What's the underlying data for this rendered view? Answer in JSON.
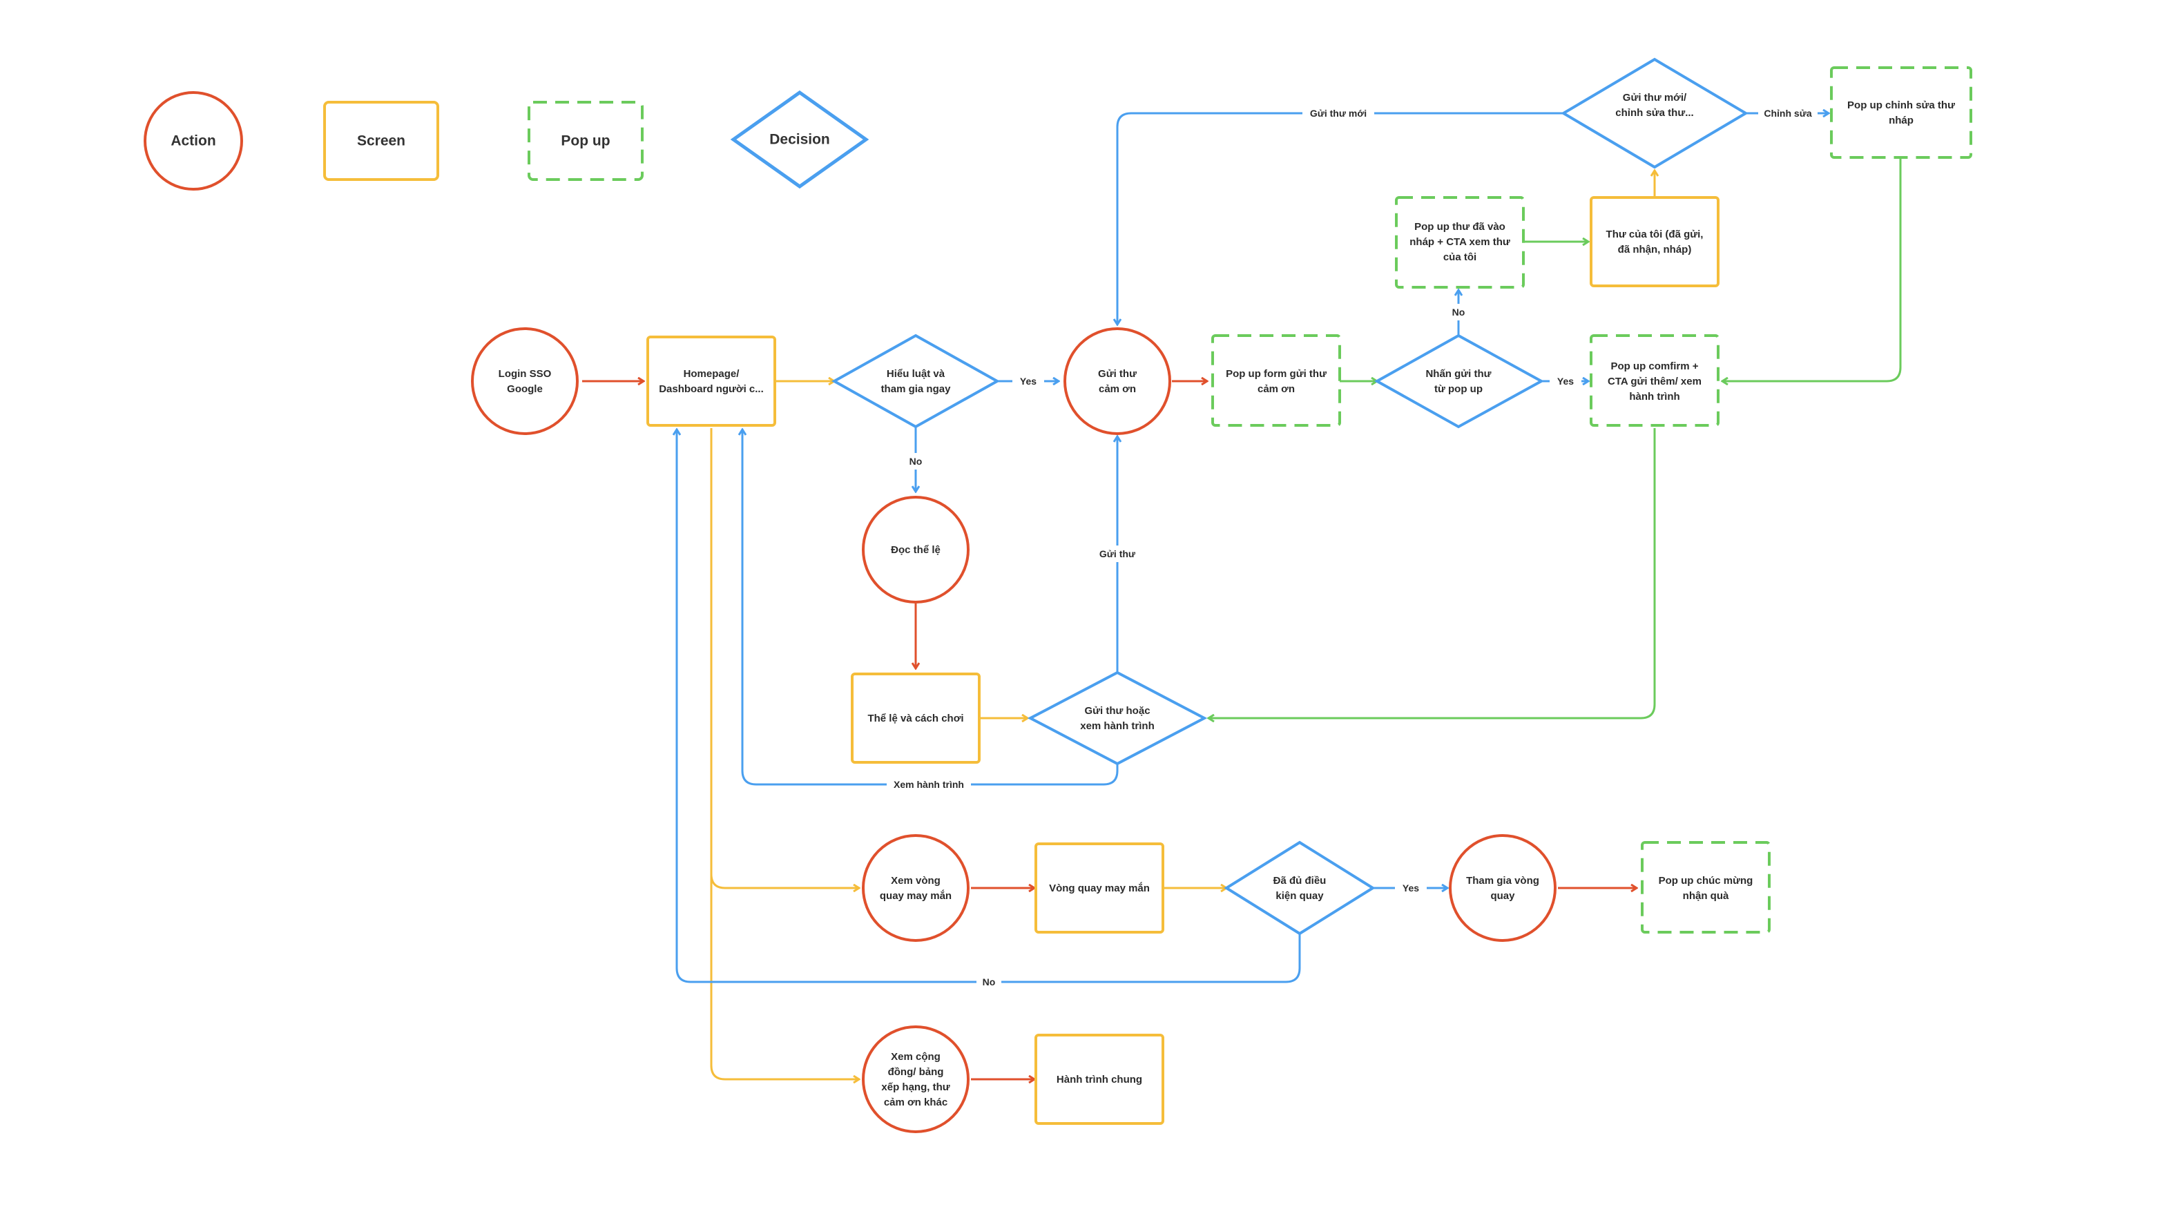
{
  "colors": {
    "action": "#e0502c",
    "screen": "#f5bd3a",
    "popup": "#6bcb5c",
    "decision": "#4a9fef",
    "text": "#2b2b2b",
    "background": "#ffffff"
  },
  "legend": {
    "action": "Action",
    "screen": "Screen",
    "popup": "Pop up",
    "decision": "Decision"
  },
  "nodes": {
    "login": [
      "Login SSO",
      "Google"
    ],
    "homepage": [
      "Homepage/",
      "Dashboard người c..."
    ],
    "hieu_luat": [
      "Hiểu luật và",
      "tham gia ngay"
    ],
    "doc_the_le": [
      "Đọc thể lệ"
    ],
    "the_le": [
      "Thể lệ và cách chơi"
    ],
    "gui_thu_hoac": [
      "Gửi thư hoặc",
      "xem hành trình"
    ],
    "gui_thu_cam_on": [
      "Gửi thư",
      "cảm ơn"
    ],
    "popup_form": [
      "Pop up form gửi thư",
      "cảm ơn"
    ],
    "nhan_gui": [
      "Nhấn gửi thư",
      "từ pop up"
    ],
    "popup_nhap": [
      "Pop up thư đã vào",
      "nháp + CTA xem thư",
      "của tôi"
    ],
    "thu_cua_toi": [
      "Thư của tôi (đã gửi,",
      "đã nhận, nháp)"
    ],
    "gui_thu_moi_q": [
      "Gửi thư mới/",
      "chỉnh sửa thư..."
    ],
    "popup_chinh_sua": [
      "Pop up chỉnh sửa thư",
      "nháp"
    ],
    "popup_confirm": [
      "Pop up comfirm +",
      "CTA gửi thêm/ xem",
      "hành trình"
    ],
    "xem_vong_quay": [
      "Xem vòng",
      "quay may mắn"
    ],
    "vong_quay": [
      "Vòng quay may mắn"
    ],
    "da_du": [
      "Đã đủ điều",
      "kiện quay"
    ],
    "tham_gia_vong": [
      "Tham gia vòng",
      "quay"
    ],
    "popup_chuc_mung": [
      "Pop up chúc mừng",
      "nhận quà"
    ],
    "xem_cong_dong": [
      "Xem cộng",
      "đồng/ bảng",
      "xếp hạng, thư",
      "cảm ơn khác"
    ],
    "hanh_trinh_chung": [
      "Hành trình chung"
    ]
  },
  "edge_labels": {
    "yes_1": "Yes",
    "no_1": "No",
    "gui_thu": "Gửi thư",
    "xem_hanh_trinh": "Xem hành trình",
    "gui_thu_moi": "Gửi thư mới",
    "chinh_sua": "Chỉnh sửa",
    "no_2": "No",
    "yes_2": "Yes",
    "yes_3": "Yes",
    "no_3": "No"
  }
}
